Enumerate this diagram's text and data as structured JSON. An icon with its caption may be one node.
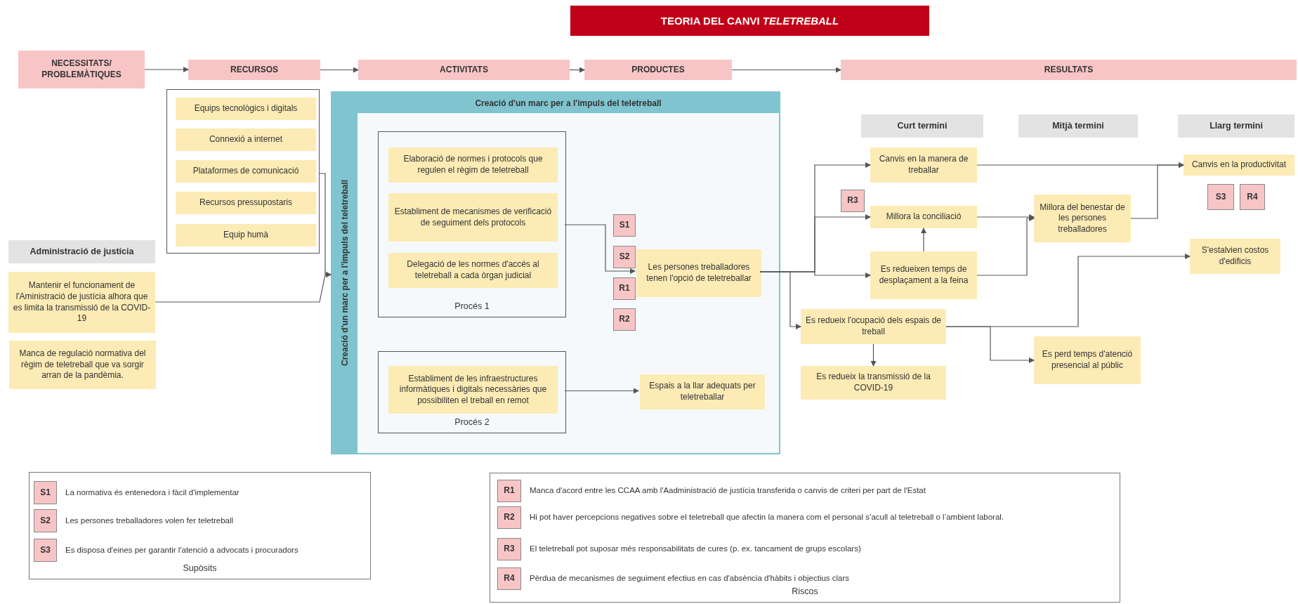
{
  "diagram": {
    "title": "TEORIA DEL CANVI *TELETREBALL*",
    "nodes": [
      {
        "text": [
          "NECESSITATS/ PROBLEMÀTIQUES"
        ]
      },
      {
        "text": [
          "RECURSOS"
        ]
      },
      {
        "text": [
          "ACTIVITATS"
        ]
      },
      {
        "text": [
          "PRODUCTES"
        ]
      },
      {
        "text": [
          "RESULTATS"
        ]
      },
      {
        "text": [],
        "shape": "box"
      },
      {
        "text": [
          "Equips tecnològics i digitals"
        ],
        "in": 5
      },
      {
        "text": [
          "Connexió a internet"
        ],
        "in": 5
      },
      {
        "text": [
          "Plataformes de comunicació"
        ],
        "in": 5
      },
      {
        "text": [
          "Recursos pressupostaris"
        ],
        "in": 5
      },
      {
        "text": [
          "Equip humà"
        ],
        "in": 5
      },
      {
        "text": [
          "Administració de justícia"
        ]
      },
      {
        "text": [
          "Mantenir el funcionament de l'Aministració de justícia alhora que es limita la transmissió de la COVID-19"
        ]
      },
      {
        "text": [
          "Manca de regulació normativa del règim de teletreball  que va sorgir arran de la pandèmia."
        ]
      },
      {
        "text": [
          "Creació d'un marc per a l'impuls del teletreball",
          "Creació d'un marc per a l'impuls del teletreball"
        ]
      },
      {
        "text": [
          "Procés 1"
        ],
        "in": 14
      },
      {
        "text": [
          "Elaboració de normes i protocols que regulen el règim de teletreball"
        ],
        "in": 15
      },
      {
        "text": [
          "Establiment de mecanismes de verificació de seguiment dels protocols"
        ],
        "in": 15
      },
      {
        "text": [
          "Delegació de les normes d'accés al teletreball a cada òrgan judicial"
        ],
        "in": 15
      },
      {
        "text": [
          "Procés 2"
        ],
        "in": 14
      },
      {
        "text": [
          "Establiment de les infraestructures informàtiques i digitals necessàries que possibiliten el treball en remot"
        ],
        "in": 19
      },
      {
        "text": [
          "S1"
        ],
        "in": 14
      },
      {
        "text": [
          "S2"
        ],
        "in": 14
      },
      {
        "text": [
          "R1"
        ],
        "in": 14
      },
      {
        "text": [
          "R2"
        ],
        "in": 14
      },
      {
        "text": [
          "Les persones treballadores tenen l'opció de teletreballar"
        ],
        "in": 14
      },
      {
        "text": [
          "Espais a la llar adequats per teletreballar"
        ],
        "in": 14
      },
      {
        "text": [
          "Curt termini"
        ]
      },
      {
        "text": [
          "Mitjà termini"
        ]
      },
      {
        "text": [
          "Llarg termini"
        ]
      },
      {
        "text": [
          "Canvis en la manera de treballar"
        ]
      },
      {
        "text": [
          "R3"
        ]
      },
      {
        "text": [
          "Millora la conciliació"
        ]
      },
      {
        "text": [
          "Es redueixen temps de desplaçament a la feina"
        ]
      },
      {
        "text": [
          "Es redueix l'ocupació dels espais de treball"
        ]
      },
      {
        "text": [
          "Es redueix la transmissió de la COVID-19"
        ]
      },
      {
        "text": [
          "Millora del benestar de les persones treballadores"
        ]
      },
      {
        "text": [
          "Es perd temps d'atenció presencial al públic"
        ]
      },
      {
        "text": [
          "Canvis en la productivitat"
        ]
      },
      {
        "text": [
          "S3"
        ]
      },
      {
        "text": [
          "R4"
        ]
      },
      {
        "text": [
          "S'estalvien costos d'edificis"
        ]
      },
      {
        "text": [
          "Supòsits"
        ]
      },
      {
        "text": [
          "S1"
        ],
        "in": 42,
        "beside": [
          "La normativa és entenedora i fàcil d'implementar"
        ]
      },
      {
        "text": [
          "S2"
        ],
        "in": 42,
        "beside": [
          "Les persones treballadores volen fer teletreball"
        ]
      },
      {
        "text": [
          "S3"
        ],
        "in": 42,
        "beside": [
          "Es disposa d'eines per garantir l'atenció a advocats i procuradors"
        ]
      },
      {
        "text": [
          "Riscos"
        ]
      },
      {
        "text": [
          "R1"
        ],
        "in": 46,
        "beside": [
          "Manca d'acord entre les CCAA amb l'Aadministració de justícia transferida o canvis de criteri per part de l'Estat"
        ]
      },
      {
        "text": [
          "R2"
        ],
        "in": 46,
        "beside": [
          "Hi pot haver percepcions negatives sobre el teletreball que afectin la manera com el personal s’acull al teletreball o l’ambient laboral."
        ]
      },
      {
        "text": [
          "R3"
        ],
        "in": 46,
        "beside": [
          "El teletreball pot suposar més responsabilitats de cures (p. ex. tancament de grups escolars)"
        ]
      },
      {
        "text": [
          "R4"
        ],
        "in": 46,
        "beside": [
          "Pèrdua de mecanismes de seguiment efectius en cas d'absència d'hàbits i objectius clars"
        ]
      }
    ],
    "edges": [
      {
        "from": 0,
        "to": 1,
        "arrow": "to"
      },
      {
        "from": 1,
        "to": 2,
        "arrow": "to"
      },
      {
        "from": 2,
        "to": 3,
        "arrow": "to"
      },
      {
        "from": 3,
        "to": 4,
        "arrow": "to"
      },
      {
        "from": 5,
        "to": 14,
        "arrow": "to"
      },
      {
        "from": 12,
        "to": 14,
        "arrow": "to"
      },
      {
        "from": 15,
        "to": 25,
        "arrow": "to"
      },
      {
        "from": 19,
        "to": 26,
        "arrow": "to"
      },
      {
        "from": 25,
        "to": 30,
        "arrow": "to"
      },
      {
        "from": 25,
        "to": 32,
        "arrow": "to"
      },
      {
        "from": 25,
        "to": 33,
        "arrow": "to"
      },
      {
        "from": 25,
        "to": 34,
        "arrow": "to"
      },
      {
        "from": 33,
        "to": 32,
        "arrow": "to"
      },
      {
        "from": 33,
        "to": 36,
        "arrow": "to"
      },
      {
        "from": 32,
        "to": 36,
        "arrow": "to"
      },
      {
        "from": 30,
        "to": 38,
        "arrow": "to"
      },
      {
        "from": 36,
        "to": 38,
        "arrow": "to"
      },
      {
        "from": 34,
        "to": 41,
        "arrow": "to"
      },
      {
        "from": 34,
        "to": 37,
        "arrow": "to"
      },
      {
        "from": 34,
        "to": 35,
        "arrow": "to"
      }
    ]
  }
}
